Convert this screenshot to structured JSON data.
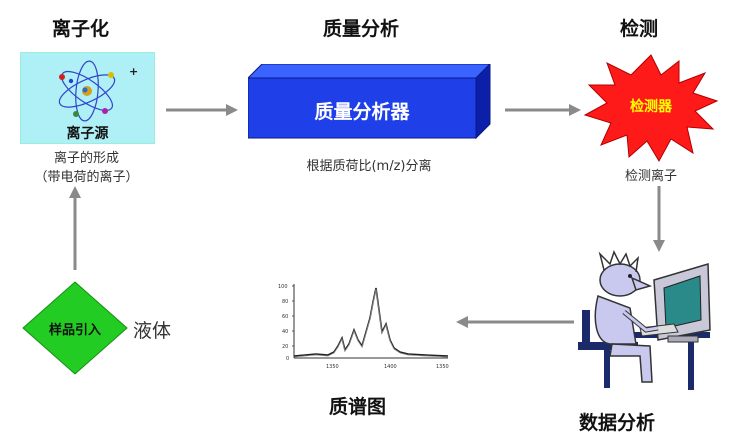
{
  "stages": {
    "ionization_title": "离子化",
    "mass_analysis_title": "质量分析",
    "detection_title": "检测",
    "data_analysis_title": "数据分析",
    "spectrum_title": "质谱图"
  },
  "ion_source": {
    "label": "离子源",
    "caption_line1": "离子的形成",
    "caption_line2": "（带电荷的离子）"
  },
  "analyzer": {
    "label": "质量分析器",
    "caption": "根据质荷比(m/z)分离"
  },
  "detector": {
    "label": "检测器",
    "caption": "检测离子"
  },
  "sample": {
    "label": "样品引入",
    "liquid": "液体"
  },
  "spectrum": {
    "y_ticks": [
      "100",
      "80",
      "60",
      "40",
      "20",
      "0"
    ],
    "x_ticks": [
      "1350",
      "1400",
      "1350"
    ]
  },
  "colors": {
    "ion_source_bg": "#aef0f6",
    "analyzer_front": "#1f3fe8",
    "analyzer_top": "#3b63ff",
    "analyzer_side": "#0c1fa8",
    "detector_fill": "#ff1a1a",
    "detector_text": "#ffff00",
    "sample_fill": "#22cc22",
    "arrow": "#8a8a8a"
  }
}
